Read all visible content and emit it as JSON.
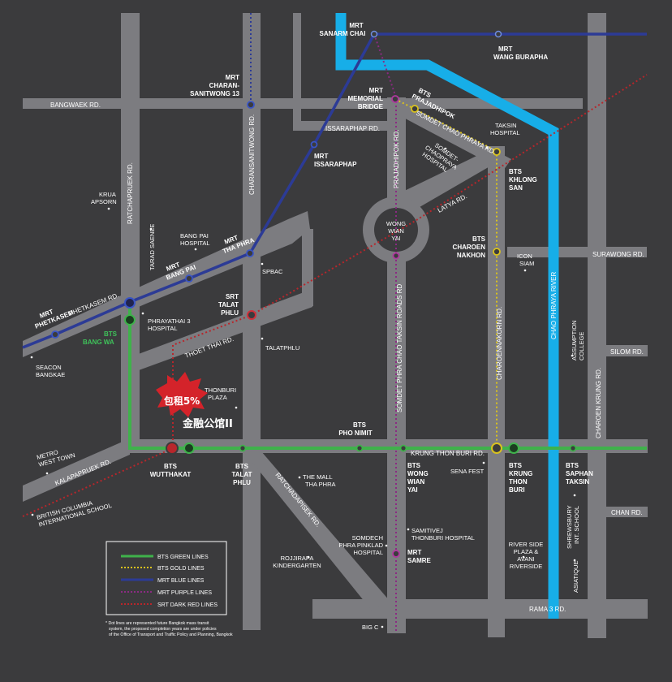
{
  "colors": {
    "background": "#3b3b3d",
    "road": "#7c7c80",
    "bts_green": "#3fb24b",
    "bts_gold": "#d9c21e",
    "mrt_blue": "#2c3b96",
    "mrt_purple": "#8b2a82",
    "srt_dark_red": "#b8262b",
    "river": "#17aee8",
    "badge": "#d4232a"
  },
  "roads": {
    "bangwaek": "BANGWAEK RD.",
    "issaraphap": "ISSARAPHAP RD.",
    "ratchapruek": "RATCHAPRUEK RD.",
    "charansanitwong": "CHARANSANITWONG RD.",
    "prajadhipok": "PRAJADHIPOK RD.",
    "somdet_chao_phraya": "SOMDET CHAO PHRAYA RD.",
    "latya": "LATYA RD.",
    "surawong": "SURAWONG RD.",
    "phetkasem": "PHETKASEM RD.",
    "thoet_thai": "THOET THAI RD.",
    "somdet_phra_chao_taksin": "SOMDET PHRA CHAO TAKSIN ROADS RD",
    "charoennakorn": "CHAROENNAKORN RD.",
    "chao_phraya_river": "CHAO PHRAYA RIVER",
    "charoen_krung": "CHAROEN KRUNG RD.",
    "silom": "SILOM RD.",
    "krung_thon_buri": "KRUNG THON BURI RD.",
    "kalapapruek": "KALAPAPRUEK RD.",
    "ratchadapisek": "RATCHADAPISEK RD.",
    "chan": "CHAN RD.",
    "rama3": "RAMA 3 RD."
  },
  "stations": {
    "sanarm_chai": [
      "MRT",
      "SANARM CHAI"
    ],
    "wang_burapha": [
      "MRT",
      "WANG BURAPHA"
    ],
    "charansanitwong13": [
      "MRT",
      "CHARAN-",
      "SANITWONG 13"
    ],
    "memorial_bridge": [
      "MRT",
      "MEMORIAL",
      "BRIDGE"
    ],
    "prajadhipok": [
      "BTS",
      "PRAJADHIPOK"
    ],
    "issaraphap": [
      "MRT",
      "ISSARAPHAP"
    ],
    "khlong_san": [
      "BTS",
      "KHLONG",
      "SAN"
    ],
    "charoen_nakhon": [
      "BTS",
      "CHAROEN",
      "NAKHON"
    ],
    "bang_pai": [
      "MRT",
      "BANG PAI"
    ],
    "tha_phra": [
      "MRT",
      "THA PHRA"
    ],
    "phetkasem": [
      "MRT",
      "PHETKASEM"
    ],
    "bang_wa": [
      "BTS",
      "BANG WA"
    ],
    "talat_phlu_srt": [
      "SRT",
      "TALAT",
      "PHLU"
    ],
    "pho_nimit": [
      "BTS",
      "PHO NIMIT"
    ],
    "wutthakat": [
      "BTS",
      "WUTTHAKAT"
    ],
    "talat_phlu_bts": [
      "BTS",
      "TALAT",
      "PHLU"
    ],
    "wong_wian_yai_bts": [
      "BTS",
      "WONG",
      "WIAN",
      "YAI"
    ],
    "krung_thon_buri": [
      "BTS",
      "KRUNG",
      "THON",
      "BURI"
    ],
    "saphan_taksin": [
      "BTS",
      "SAPHAN",
      "TAKSIN"
    ],
    "samre": [
      "MRT",
      "SAMRE"
    ]
  },
  "places": {
    "taksin_hospital": [
      "TAKSIN",
      "HOSPITAL"
    ],
    "somdet_chaopraya_hospital": [
      "SOMDET-",
      "CHAOPRAYA",
      "HOSPITAL"
    ],
    "krua_apsorn": [
      "KRUA",
      "APSORN"
    ],
    "tarad_saenee": "TARAD SAENEE",
    "bang_pai_hospital": [
      "BANG PAI",
      "HOSPITAL"
    ],
    "wong_wian_yai": [
      "WONG",
      "WIAN",
      "YAI"
    ],
    "icon_siam": [
      "ICON",
      "SIAM"
    ],
    "spbac": "SPBAC",
    "phrayathai3": [
      "PHRAYATHAI 3",
      "HOSPITAL"
    ],
    "seacon": [
      "SEACON",
      "BANGKAE"
    ],
    "talatphlu": "TALATPHLU",
    "thonburi_plaza": [
      "THONBURI",
      "PLAZA"
    ],
    "assumption": [
      "ASSUMPTION",
      "COLLEGE"
    ],
    "metro_west_town": [
      "METRO",
      "WEST TOWN"
    ],
    "british_columbia": [
      "BRITISH COLUMBIA",
      "INTERNATIONAL SCHOOL"
    ],
    "the_mall": [
      "THE MALL",
      "THA PHRA"
    ],
    "sena_fest": "SENA FEST",
    "shrewsbury": [
      "SHREWSBURY",
      "INT. SCHOOL"
    ],
    "samitivej": [
      "SAMITIVEJ",
      "THONBURI HOSPITAL"
    ],
    "somdech_phra_pinklad": [
      "SOMDECH",
      "PHRA PINKLAD",
      "HOSPITAL"
    ],
    "rojjirapa": [
      "ROJJIRAPA",
      "KINDERGARTEN"
    ],
    "river_side_plaza": [
      "RIVER SIDE",
      "PLAZA &",
      "AVANI",
      "RIVERSIDE"
    ],
    "asiatique": "ASIATIQUE",
    "big_c": "BIG C"
  },
  "badge": {
    "line1": "包租5%",
    "line2": "金融公馆II"
  },
  "legend": {
    "items": [
      {
        "label": "BTS GREEN LINES",
        "color": "#3fb24b",
        "style": "solid"
      },
      {
        "label": "BTS GOLD LINES",
        "color": "#d9c21e",
        "style": "dotted"
      },
      {
        "label": "MRT BLUE LINES",
        "color": "#2c3b96",
        "style": "solid"
      },
      {
        "label": "MRT PURPLE LINES",
        "color": "#8b2a82",
        "style": "dotted"
      },
      {
        "label": "SRT DARK RED LINES",
        "color": "#b8262b",
        "style": "dotted"
      }
    ]
  },
  "note": [
    "* Dot lines are represented future Bangkok mass transit",
    "system, the proposed completion years are under policies",
    "of the Office of Transport and Traffic Policy and Planning, Bangkok"
  ]
}
